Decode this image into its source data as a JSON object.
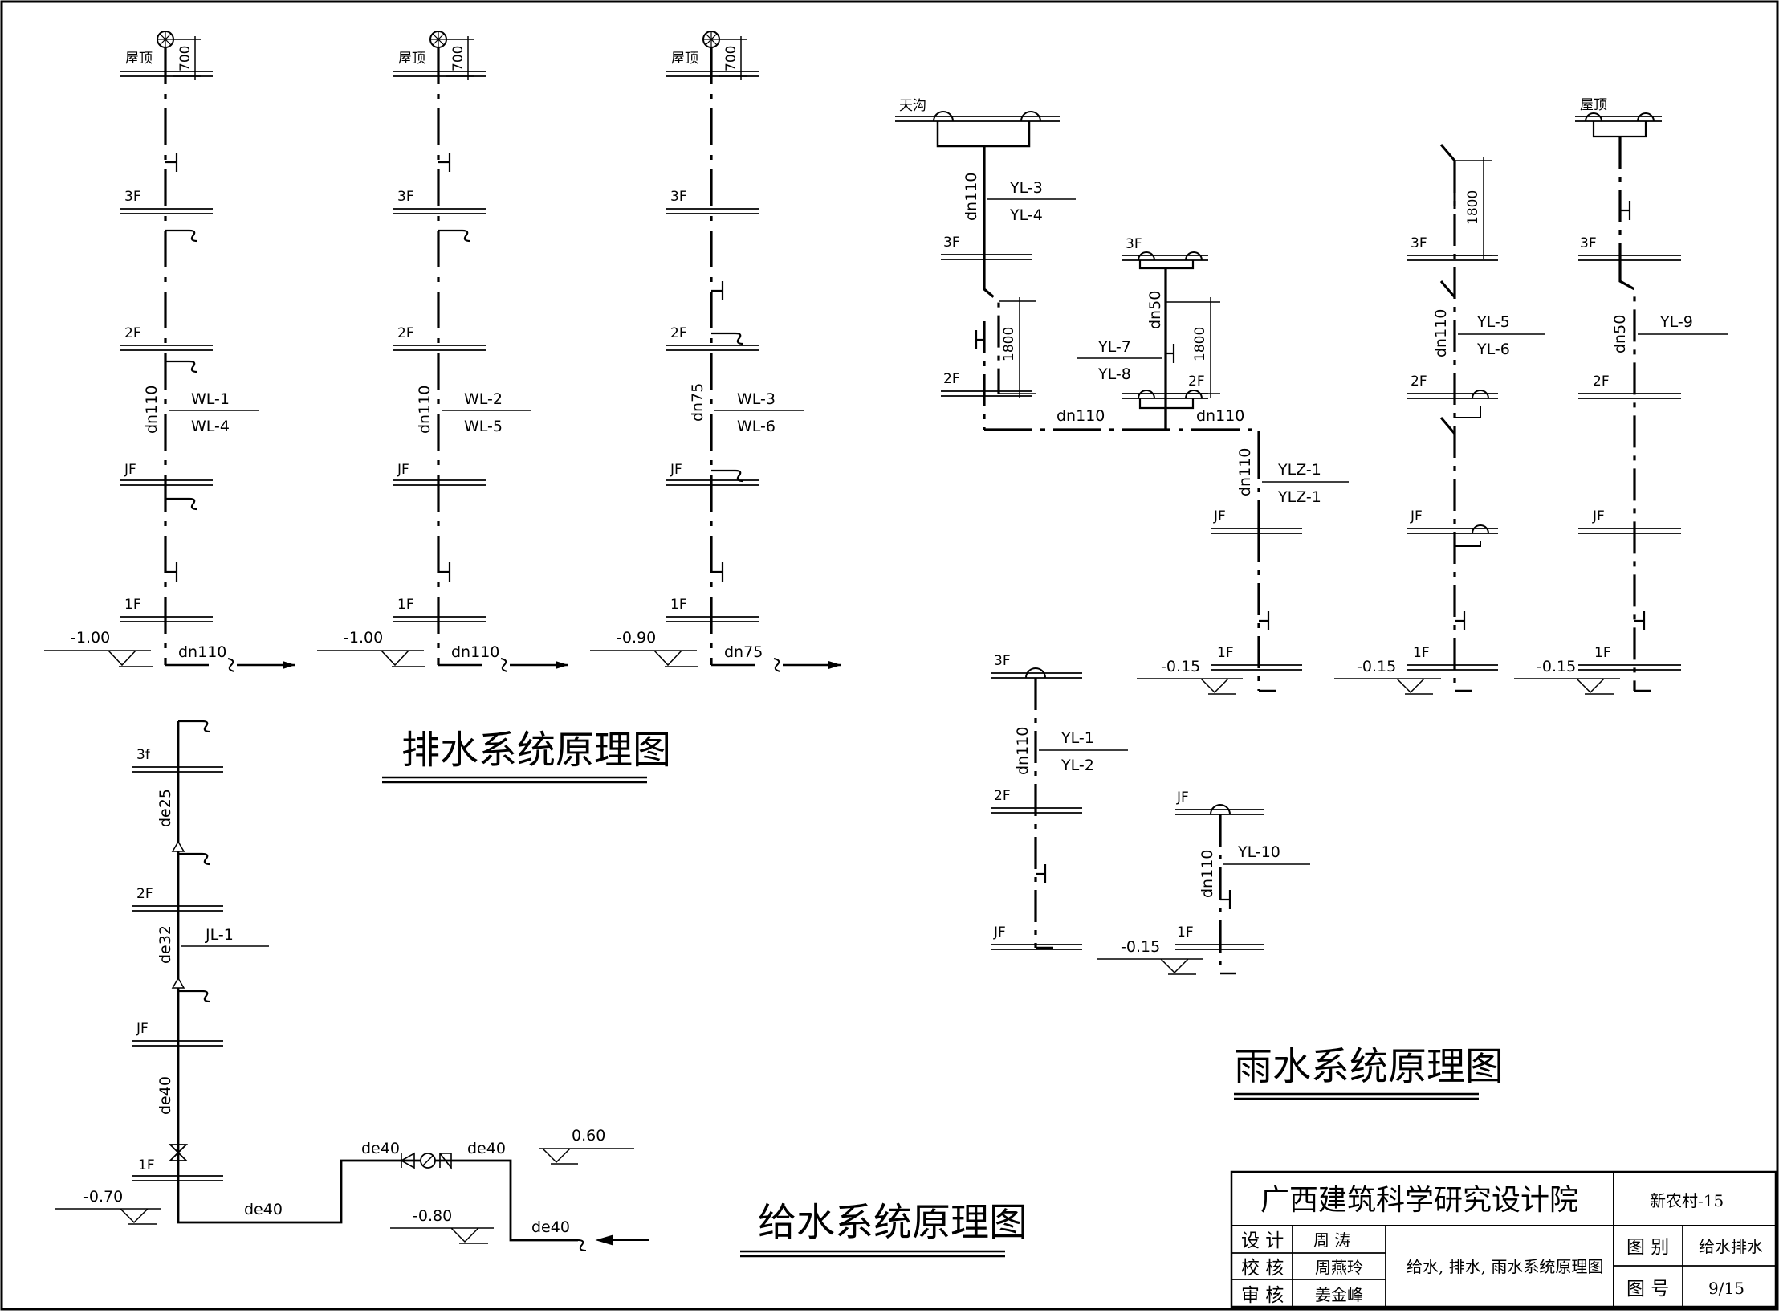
{
  "titles": {
    "drainage": "排水系统原理图",
    "rain": "雨水系统原理图",
    "supply": "给水系统原理图"
  },
  "floors": {
    "roof": "屋顶",
    "f3": "3F",
    "f2": "2F",
    "jf": "JF",
    "f1": "1F",
    "f3_lower": "3f",
    "gutter": "天沟"
  },
  "drainage": {
    "dim_700": "700",
    "risers": [
      {
        "pipe": "dn110",
        "label_top": "WL-1",
        "label_bottom": "WL-4",
        "elev": "-1.00",
        "outlet": "dn110"
      },
      {
        "pipe": "dn110",
        "label_top": "WL-2",
        "label_bottom": "WL-5",
        "elev": "-1.00",
        "outlet": "dn110"
      },
      {
        "pipe": "dn75",
        "label_top": "WL-3",
        "label_bottom": "WL-6",
        "elev": "-0.90",
        "outlet": "dn75"
      }
    ]
  },
  "rain": {
    "yl34_pipe": "dn110",
    "yl34_top": "YL-3",
    "yl34_bottom": "YL-4",
    "dim_1800": "1800",
    "yl78_pipe": "dn50",
    "yl78_top": "YL-7",
    "yl78_bottom": "YL-8",
    "h_pipe_left": "dn110",
    "h_pipe_right": "dn110",
    "ylz_pipe": "dn110",
    "ylz_top": "YLZ-1",
    "ylz_bottom": "YLZ-1",
    "ylz_elev": "-0.15",
    "yl56_pipe": "dn110",
    "yl56_top": "YL-5",
    "yl56_bottom": "YL-6",
    "yl56_elev": "-0.15",
    "yl9_pipe": "dn50",
    "yl9_label": "YL-9",
    "yl9_elev": "-0.15",
    "yl12_pipe": "dn110",
    "yl12_top": "YL-1",
    "yl12_bottom": "YL-2",
    "yl10_pipe": "dn110",
    "yl10_label": "YL-10",
    "yl10_elev": "-0.15"
  },
  "supply": {
    "de25": "de25",
    "de32": "de32",
    "jl": "JL-1",
    "de40_riser": "de40",
    "elev_riser": "-0.70",
    "de40_h1": "de40",
    "de40_h2": "de40",
    "de40_h3": "de40",
    "de40_in": "de40",
    "elev_060": "0.60",
    "elev_080": "-0.80"
  },
  "title_block": {
    "institute": "广西建筑科学研究设计院",
    "project": "新农村-15",
    "design_label": "设 计",
    "design_name": "周 涛",
    "check_label": "校 核",
    "check_name": "周燕玲",
    "review_label": "审 核",
    "review_name": "姜金峰",
    "drawing_title": "给水, 排水, 雨水系统原理图",
    "category_label": "图 别",
    "category_value": "给水排水",
    "number_label": "图 号",
    "number_value": "9/15"
  }
}
